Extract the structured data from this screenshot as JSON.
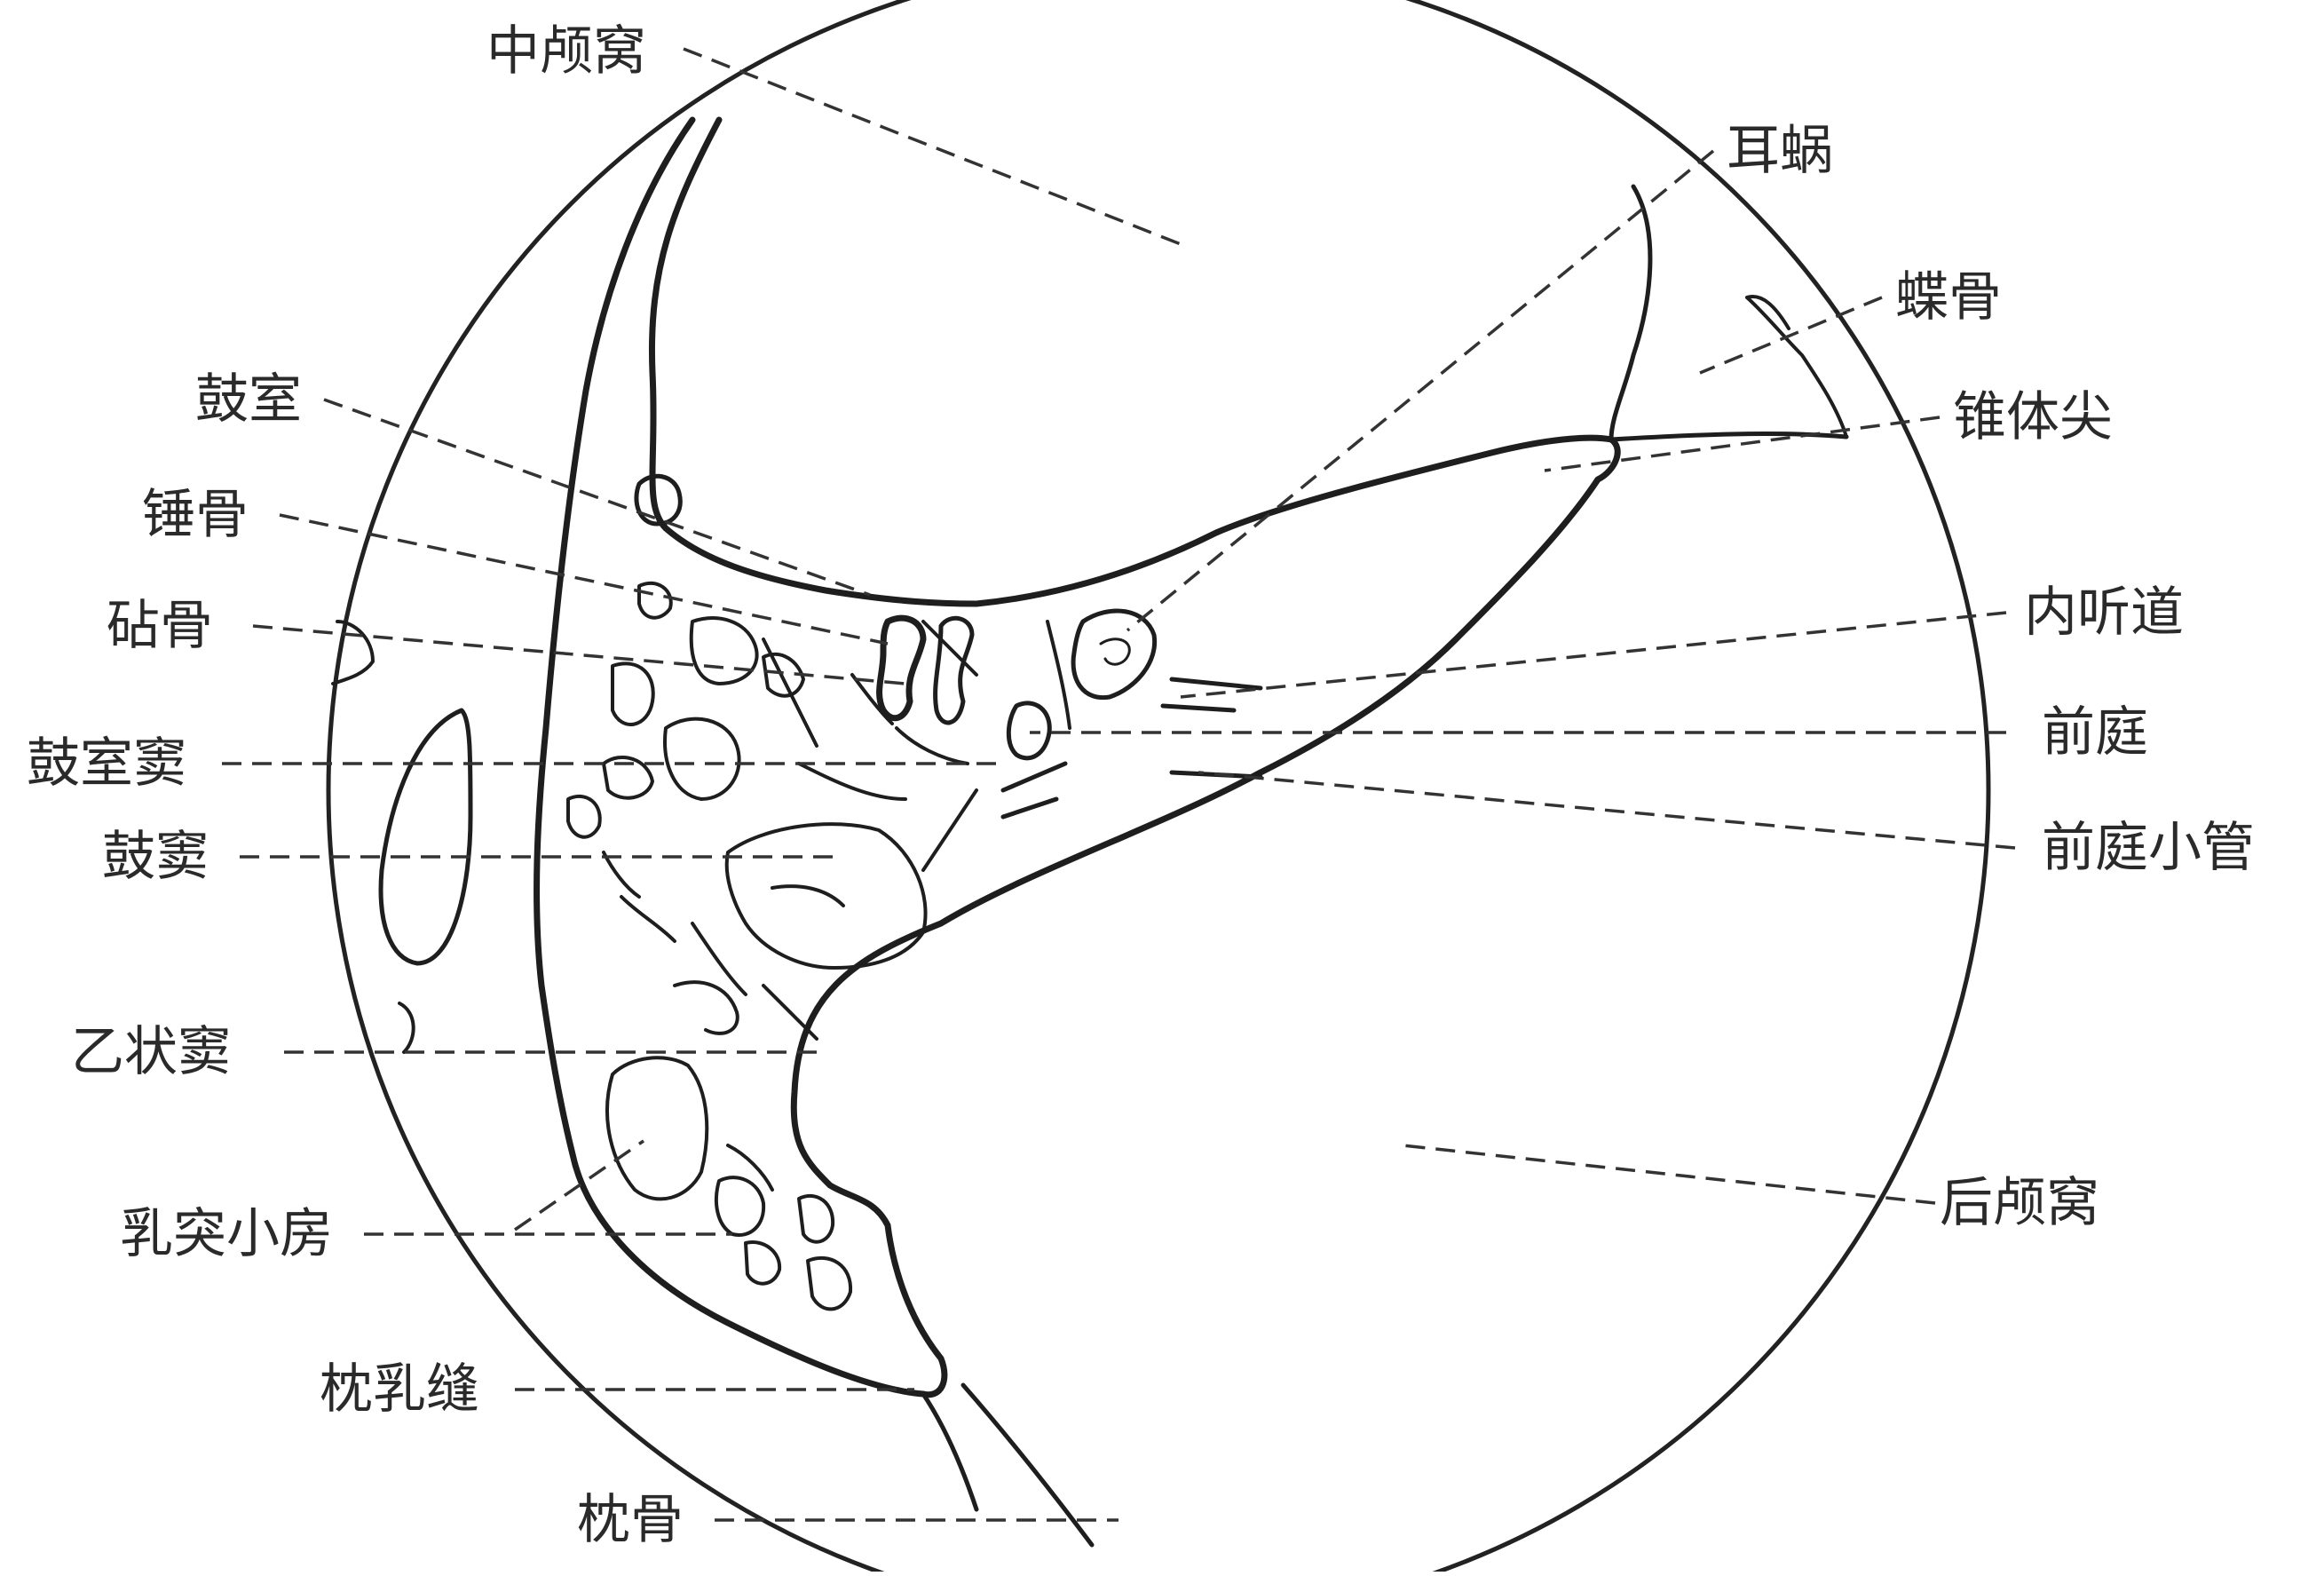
{
  "diagram": {
    "labels": {
      "middle_cranial_fossa": "中颅窝",
      "cochlea": "耳蜗",
      "sphenoid": "蝶骨",
      "petrous_apex": "锥体尖",
      "tympanic_cavity": "鼓室",
      "malleus": "锤骨",
      "incus": "砧骨",
      "internal_auditory_canal": "内听道",
      "sinus_tympani": "鼓室窦",
      "vestibule": "前庭",
      "mastoid_antrum": "鼓窦",
      "vestibular_aqueduct": "前庭小管",
      "sigmoid_sinus": "乙状窦",
      "mastoid_air_cells": "乳突小房",
      "posterior_cranial_fossa": "后颅窝",
      "occipitomastoid_suture": "枕乳缝",
      "occipital_bone": "枕骨"
    }
  }
}
